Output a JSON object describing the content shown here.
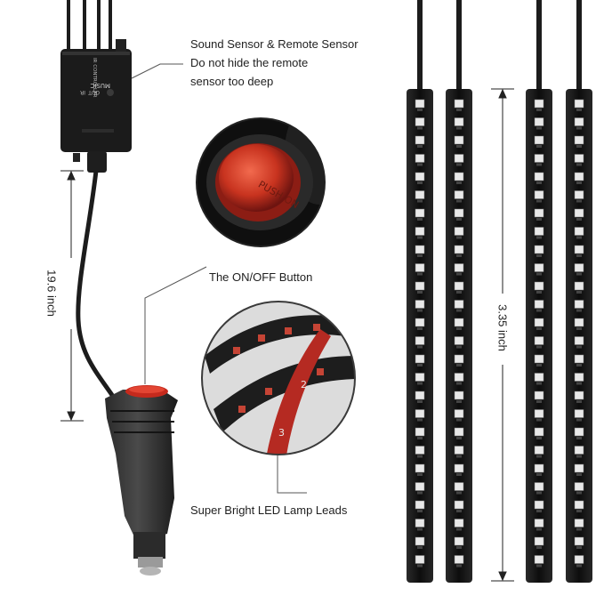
{
  "annotations": {
    "sensor_line1": "Sound Sensor & Remote Sensor",
    "sensor_line2": "Do not hide the remote",
    "sensor_line3": "sensor too deep",
    "button_label": "The ON/OFF Button",
    "leads_label": "Super Bright LED Lamp Leads"
  },
  "dimensions": {
    "cable_length": "19.6 inch",
    "strip_length": "3.35 inch"
  },
  "controller_box": {
    "line1": "IR CONTROLLER",
    "line2": "OUT",
    "line3": "IR",
    "line4": "MUSIC"
  },
  "switch_text": "PUSH ON",
  "strip_numbers": [
    "2",
    "3"
  ],
  "colors": {
    "strip_body": "#151515",
    "led_red": "#c0302a",
    "switch_red": "#d23a2c",
    "cable": "#1c1c1c"
  }
}
